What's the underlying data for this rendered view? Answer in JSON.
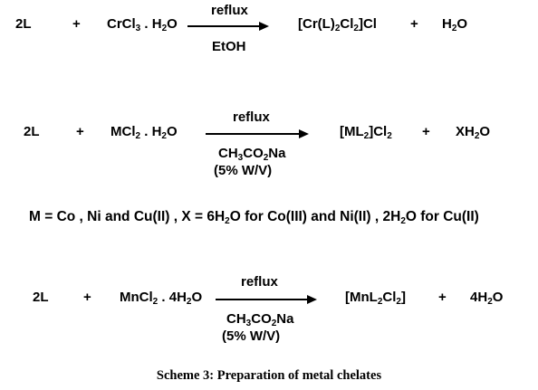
{
  "scheme": {
    "caption": "Scheme 3: Preparation of metal chelates",
    "reaction1": {
      "reactant1": "2L",
      "plus1": "+",
      "reactant2": {
        "a": "CrCl",
        "b": "3",
        "c": " . H",
        "d": "2",
        "e": "O"
      },
      "above_arrow": "reflux",
      "below_arrow": "EtOH",
      "product1": {
        "a": "[Cr(L)",
        "b": "2",
        "c": "Cl",
        "d": "2",
        "e": "]Cl"
      },
      "plus2": "+",
      "product2": {
        "a": "H",
        "b": "2",
        "c": "O"
      }
    },
    "reaction2": {
      "reactant1": "2L",
      "plus1": "+",
      "reactant2": {
        "a": "MCl",
        "b": "2",
        "c": " . H",
        "d": "2",
        "e": "O"
      },
      "above_arrow": "reflux",
      "below_arrow_line1": {
        "a": "CH",
        "b": "3",
        "c": "CO",
        "d": "2",
        "e": "Na"
      },
      "below_arrow_line2": "(5% W/V)",
      "product1": {
        "a": "[ML",
        "b": "2",
        "c": "]Cl",
        "d": "2"
      },
      "plus2": "+",
      "product2": {
        "a": "XH",
        "b": "2",
        "c": "O"
      }
    },
    "note": {
      "p1": "M = Co , Ni and Cu(II) ,  X = 6H",
      "s1": "2",
      "p2": "O for Co(III) and Ni(II) ,  2H",
      "s2": "2",
      "p3": "O for Cu(II)"
    },
    "reaction3": {
      "reactant1": "2L",
      "plus1": "+",
      "reactant2": {
        "a": "MnCl",
        "b": "2",
        "c": " . 4H",
        "d": "2",
        "e": "O"
      },
      "above_arrow": "reflux",
      "below_arrow_line1": {
        "a": "CH",
        "b": "3",
        "c": "CO",
        "d": "2",
        "e": "Na"
      },
      "below_arrow_line2": "(5% W/V)",
      "product1": {
        "a": "[MnL",
        "b": "2",
        "c": "Cl",
        "d": "2",
        "e": "]"
      },
      "plus2": "+",
      "product2": {
        "a": "4H",
        "b": "2",
        "c": "O"
      }
    }
  }
}
